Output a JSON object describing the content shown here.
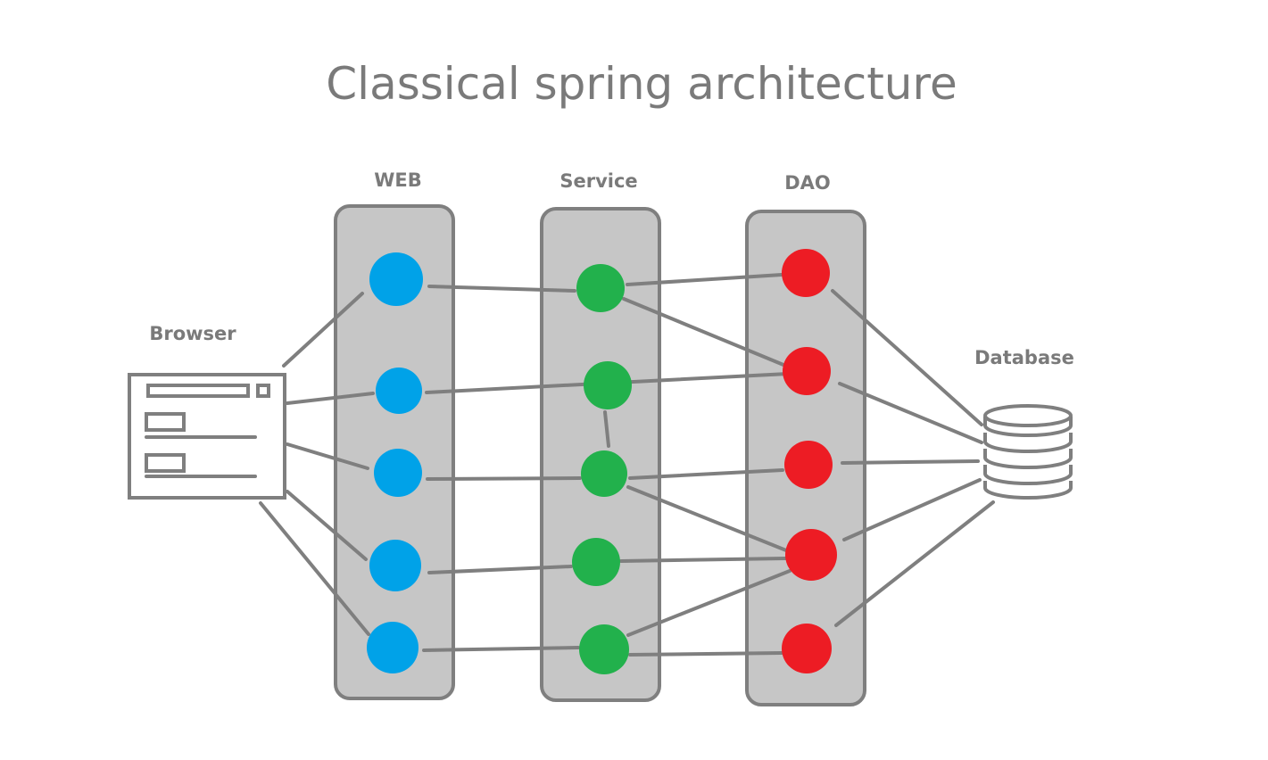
{
  "title": "Classical spring architecture",
  "labels": {
    "browser": "Browser",
    "web": "WEB",
    "service": "Service",
    "dao": "DAO",
    "database": "Database"
  },
  "colors": {
    "web_node": "#00a2e8",
    "service_node": "#22b14c",
    "dao_node": "#ed1c24",
    "layer_fill": "#c6c6c6",
    "line": "#7f7f7f",
    "text": "#7a7a7a"
  }
}
